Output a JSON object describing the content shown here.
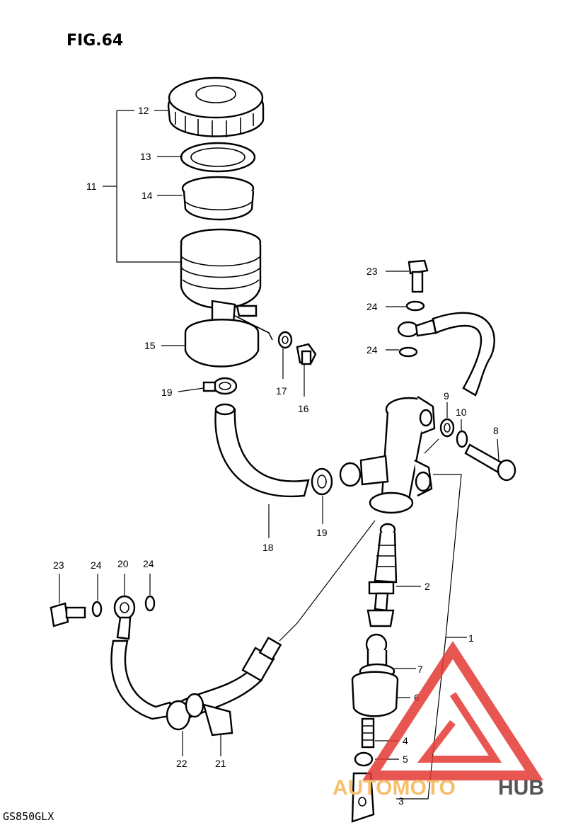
{
  "figure": {
    "title": "FIG.64",
    "model": "GS850GLX"
  },
  "watermark": {
    "brand_left": "AUTOMOTO",
    "brand_right": "HUB",
    "colors": {
      "triangle": "#e53935",
      "auto_text": "#f5c06b",
      "hub_text": "#555555"
    }
  },
  "callouts": [
    {
      "id": "c1",
      "label": "1"
    },
    {
      "id": "c2",
      "label": "2"
    },
    {
      "id": "c3",
      "label": "3"
    },
    {
      "id": "c4",
      "label": "4"
    },
    {
      "id": "c5",
      "label": "5"
    },
    {
      "id": "c6",
      "label": "6"
    },
    {
      "id": "c7",
      "label": "7"
    },
    {
      "id": "c8",
      "label": "8"
    },
    {
      "id": "c9",
      "label": "9"
    },
    {
      "id": "c10",
      "label": "10"
    },
    {
      "id": "c11",
      "label": "11"
    },
    {
      "id": "c12",
      "label": "12"
    },
    {
      "id": "c13",
      "label": "13"
    },
    {
      "id": "c14",
      "label": "14"
    },
    {
      "id": "c15",
      "label": "15"
    },
    {
      "id": "c16",
      "label": "16"
    },
    {
      "id": "c17",
      "label": "17"
    },
    {
      "id": "c18",
      "label": "18"
    },
    {
      "id": "c19a",
      "label": "19"
    },
    {
      "id": "c19b",
      "label": "19"
    },
    {
      "id": "c20",
      "label": "20"
    },
    {
      "id": "c21",
      "label": "21"
    },
    {
      "id": "c22",
      "label": "22"
    },
    {
      "id": "c23a",
      "label": "23"
    },
    {
      "id": "c23b",
      "label": "23"
    },
    {
      "id": "c24a",
      "label": "24"
    },
    {
      "id": "c24b",
      "label": "24"
    },
    {
      "id": "c24c",
      "label": "24"
    },
    {
      "id": "c24d",
      "label": "24"
    }
  ]
}
